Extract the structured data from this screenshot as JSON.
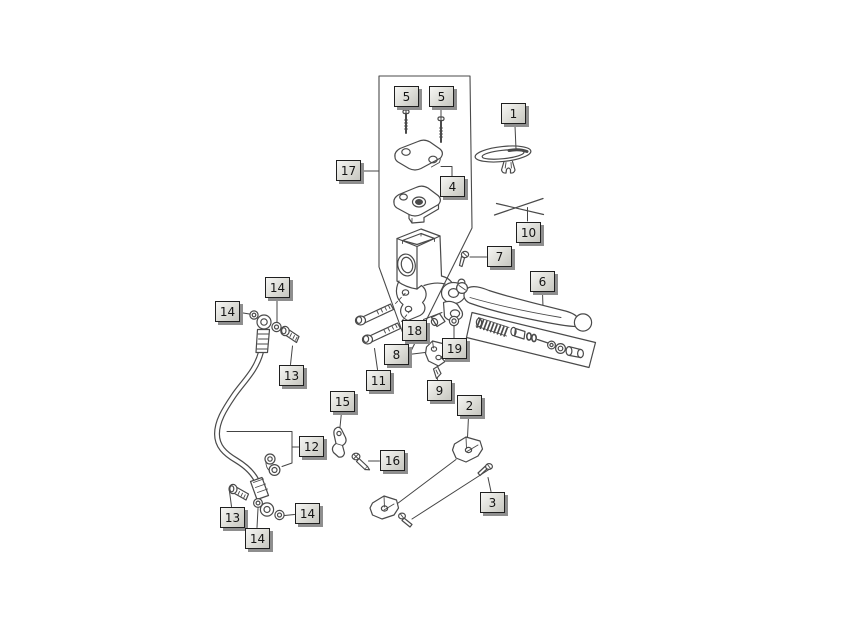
{
  "diagram": {
    "description": "Exploded parts diagram - rear brake master cylinder, lever and hose assembly",
    "colors": {
      "background": "#ffffff",
      "line": "#4a4a4a",
      "leader_line": "#444444",
      "callout_background": "#dcdcd6",
      "callout_border": "#1f1f1f",
      "callout_shadow": "#8e8e8e",
      "callout_text": "#141414"
    },
    "callouts": {
      "n1": {
        "label": "1"
      },
      "n2": {
        "label": "2"
      },
      "n3": {
        "label": "3"
      },
      "n4": {
        "label": "4"
      },
      "n5a": {
        "label": "5"
      },
      "n5b": {
        "label": "5"
      },
      "n6": {
        "label": "6"
      },
      "n7": {
        "label": "7"
      },
      "n8": {
        "label": "8"
      },
      "n9": {
        "label": "9"
      },
      "n10": {
        "label": "10"
      },
      "n11": {
        "label": "11"
      },
      "n12": {
        "label": "12"
      },
      "n13a": {
        "label": "13"
      },
      "n13b": {
        "label": "13"
      },
      "n14a": {
        "label": "14"
      },
      "n14b": {
        "label": "14"
      },
      "n14c": {
        "label": "14"
      },
      "n14d": {
        "label": "14"
      },
      "n15": {
        "label": "15"
      },
      "n16": {
        "label": "16"
      },
      "n17": {
        "label": "17"
      },
      "n18": {
        "label": "18"
      },
      "n19": {
        "label": "19"
      }
    }
  }
}
